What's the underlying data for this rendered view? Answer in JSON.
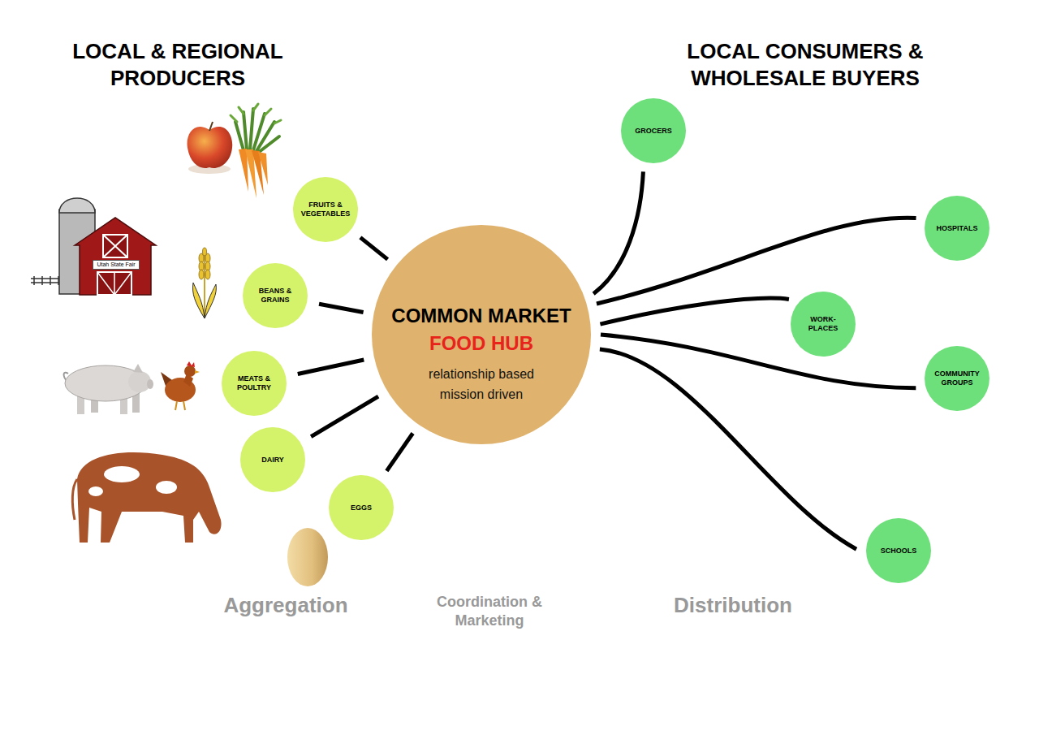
{
  "diagram": {
    "nodes": [
      {
        "text": [
          "FRUITS & VEGETABLES"
        ]
      },
      {
        "text": [
          "BEANS & GRAINS"
        ]
      },
      {
        "text": [
          "MEATS & POULTRY"
        ]
      },
      {
        "text": [
          "DAIRY"
        ]
      },
      {
        "text": [
          "EGGS"
        ]
      },
      {
        "text": [
          "COMMON MARKET",
          "FOOD HUB",
          "relationship based mission driven"
        ]
      },
      {
        "text": [
          "GROCERS"
        ]
      },
      {
        "text": [
          "HOSPITALS"
        ]
      },
      {
        "text": [
          "WORK- PLACES"
        ]
      },
      {
        "text": [
          "COMMUNITY GROUPS"
        ]
      },
      {
        "text": [
          "SCHOOLS"
        ]
      }
    ],
    "edges": [
      {
        "from": 0,
        "to": 5,
        "arrow": "none"
      },
      {
        "from": 1,
        "to": 5,
        "arrow": "none"
      },
      {
        "from": 2,
        "to": 5,
        "arrow": "none"
      },
      {
        "from": 3,
        "to": 5,
        "arrow": "none"
      },
      {
        "from": 4,
        "to": 5,
        "arrow": "none"
      },
      {
        "from": 5,
        "to": 6,
        "arrow": "none"
      },
      {
        "from": 5,
        "to": 7,
        "arrow": "none"
      },
      {
        "from": 5,
        "to": 8,
        "arrow": "none"
      },
      {
        "from": 5,
        "to": 9,
        "arrow": "none"
      },
      {
        "from": 5,
        "to": 10,
        "arrow": "none"
      }
    ],
    "labels": [
      "LOCAL & REGIONAL PRODUCERS",
      "LOCAL CONSUMERS & WHOLESALE BUYERS",
      "Utah State Fair",
      "Aggregation",
      "Coordination & Marketing",
      "Distribution"
    ]
  }
}
